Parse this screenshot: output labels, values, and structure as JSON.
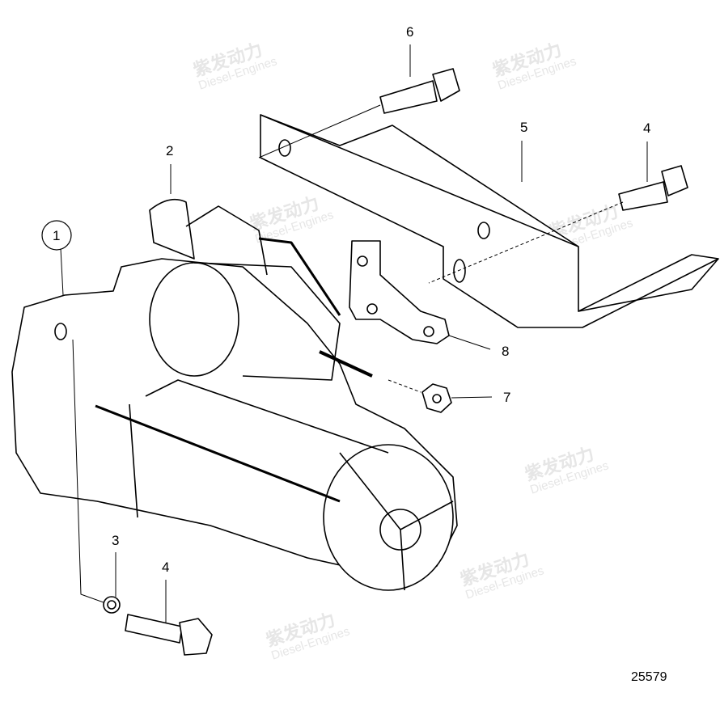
{
  "watermark": {
    "brand": "紫发动力",
    "sub": "Diesel-Engines"
  },
  "callouts": [
    {
      "id": "c1",
      "text": "1",
      "circled": true
    },
    {
      "id": "c2",
      "text": "2"
    },
    {
      "id": "c3",
      "text": "3"
    },
    {
      "id": "c4a",
      "text": "4"
    },
    {
      "id": "c4b",
      "text": "4"
    },
    {
      "id": "c5",
      "text": "5"
    },
    {
      "id": "c6",
      "text": "6"
    },
    {
      "id": "c7",
      "text": "7"
    },
    {
      "id": "c8",
      "text": "8"
    }
  ],
  "figure_number": "25579",
  "colors": {
    "line": "#000000",
    "watermark": "#e6e6e6"
  }
}
